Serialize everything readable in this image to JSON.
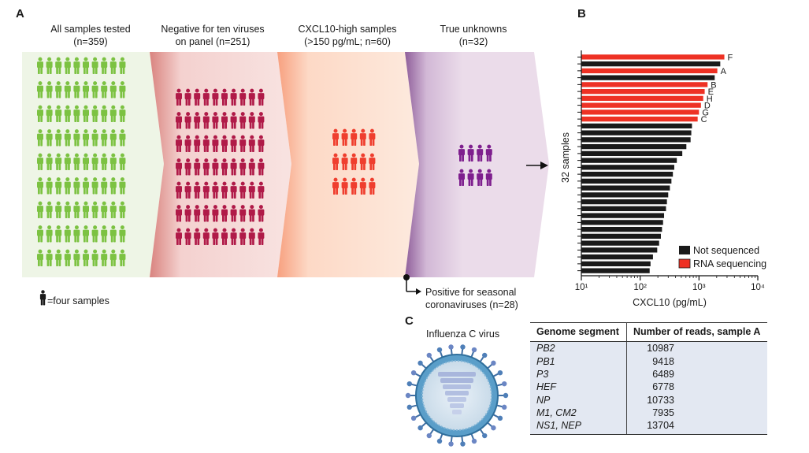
{
  "panel_a": {
    "letter": "A",
    "stages": [
      {
        "title": "All samples tested",
        "count": "(n=359)",
        "color": "#7cc242",
        "bg": "#eef5e6"
      },
      {
        "title": "Negative for ten viruses",
        "count": "on panel (n=251)",
        "color": "#b01a48",
        "bg": "#f6dada"
      },
      {
        "title": "CXCL10-high samples",
        "count": "(>150 pg/mL; n=60)",
        "color": "#ef3e2e",
        "bg": "#fde5da"
      },
      {
        "title": "True unknowns",
        "count": "(n=32)",
        "color": "#7e1f8e",
        "bg": "#ecdcea"
      }
    ],
    "legend_text": "=four samples",
    "branch_line1": "Positive for seasonal",
    "branch_line2": "coronaviruses (n=28)"
  },
  "panel_b": {
    "letter": "B",
    "ylabel": "32 samples",
    "xlabel": "CXCL10 (pg/mL)",
    "legend": [
      {
        "label": "Not sequenced",
        "color": "#1a1a1a"
      },
      {
        "label": "RNA sequencing",
        "color": "#ee3124"
      }
    ]
  },
  "chart_data": {
    "type": "bar",
    "orientation": "horizontal",
    "xscale": "log",
    "xlim": [
      10,
      10000
    ],
    "xticks": [
      "10¹",
      "10²",
      "10³",
      "10⁴"
    ],
    "xlabel": "CXCL10 (pg/mL)",
    "ylabel": "32 samples",
    "series": [
      {
        "name": "Not sequenced",
        "color": "#1a1a1a"
      },
      {
        "name": "RNA sequencing",
        "color": "#ee3124"
      }
    ],
    "bars": [
      {
        "value": 2700,
        "seq": true,
        "label": "F"
      },
      {
        "value": 2300,
        "seq": false,
        "label": ""
      },
      {
        "value": 2050,
        "seq": true,
        "label": "A"
      },
      {
        "value": 1850,
        "seq": false,
        "label": ""
      },
      {
        "value": 1400,
        "seq": true,
        "label": "B"
      },
      {
        "value": 1250,
        "seq": true,
        "label": "E"
      },
      {
        "value": 1180,
        "seq": true,
        "label": "H"
      },
      {
        "value": 1080,
        "seq": true,
        "label": "D"
      },
      {
        "value": 1000,
        "seq": true,
        "label": "G"
      },
      {
        "value": 950,
        "seq": true,
        "label": "C"
      },
      {
        "value": 760,
        "seq": false,
        "label": ""
      },
      {
        "value": 740,
        "seq": false,
        "label": ""
      },
      {
        "value": 720,
        "seq": false,
        "label": ""
      },
      {
        "value": 610,
        "seq": false,
        "label": ""
      },
      {
        "value": 520,
        "seq": false,
        "label": ""
      },
      {
        "value": 420,
        "seq": false,
        "label": ""
      },
      {
        "value": 380,
        "seq": false,
        "label": ""
      },
      {
        "value": 360,
        "seq": false,
        "label": ""
      },
      {
        "value": 340,
        "seq": false,
        "label": ""
      },
      {
        "value": 320,
        "seq": false,
        "label": ""
      },
      {
        "value": 300,
        "seq": false,
        "label": ""
      },
      {
        "value": 285,
        "seq": false,
        "label": ""
      },
      {
        "value": 275,
        "seq": false,
        "label": ""
      },
      {
        "value": 255,
        "seq": false,
        "label": ""
      },
      {
        "value": 245,
        "seq": false,
        "label": ""
      },
      {
        "value": 235,
        "seq": false,
        "label": ""
      },
      {
        "value": 225,
        "seq": false,
        "label": ""
      },
      {
        "value": 210,
        "seq": false,
        "label": ""
      },
      {
        "value": 195,
        "seq": false,
        "label": ""
      },
      {
        "value": 165,
        "seq": false,
        "label": ""
      },
      {
        "value": 150,
        "seq": false,
        "label": ""
      },
      {
        "value": 145,
        "seq": false,
        "label": ""
      }
    ]
  },
  "panel_c": {
    "letter": "C",
    "virus_label": "Influenza C virus",
    "table_headers": [
      "Genome segment",
      "Number of reads, sample A"
    ],
    "rows": [
      {
        "segment": "PB2",
        "reads": "10987"
      },
      {
        "segment": "PB1",
        "reads": "9418"
      },
      {
        "segment": "P3",
        "reads": "6489"
      },
      {
        "segment": "HEF",
        "reads": "6778"
      },
      {
        "segment": "NP",
        "reads": "10733"
      },
      {
        "segment": "M1, CM2",
        "reads": "7935"
      },
      {
        "segment": "NS1, NEP",
        "reads": "13704"
      }
    ]
  }
}
